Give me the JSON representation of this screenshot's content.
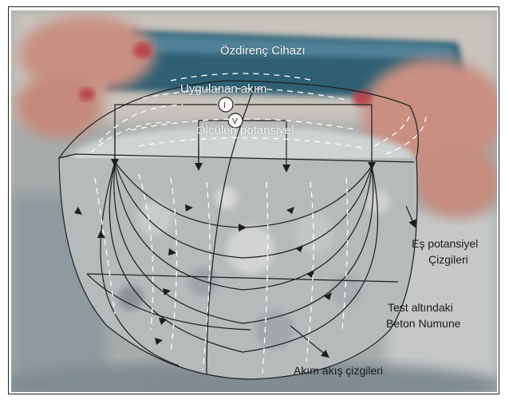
{
  "labels": {
    "device": "Özdirenç Cihazı",
    "applied_current": "Uygulanan akım",
    "current_symbol": "I",
    "voltage_symbol": "V",
    "measured_potential": "Ölçülen potansiyel",
    "equipotential_line1": "Eş potansiyel",
    "equipotential_line2": "Çizgileri",
    "specimen_line1": "Test altındaki",
    "specimen_line2": "Beton Numune",
    "current_flow": "Akım akış çizgileri"
  },
  "colors": {
    "frame": "#222222",
    "photo_background": "#9aa3a6",
    "device_body": "#2f5f72",
    "hand": "#c98f82",
    "concrete": "#b9bec0",
    "line_dark": "#1e1e1e",
    "equipotential_dashes": "#ffffff"
  }
}
